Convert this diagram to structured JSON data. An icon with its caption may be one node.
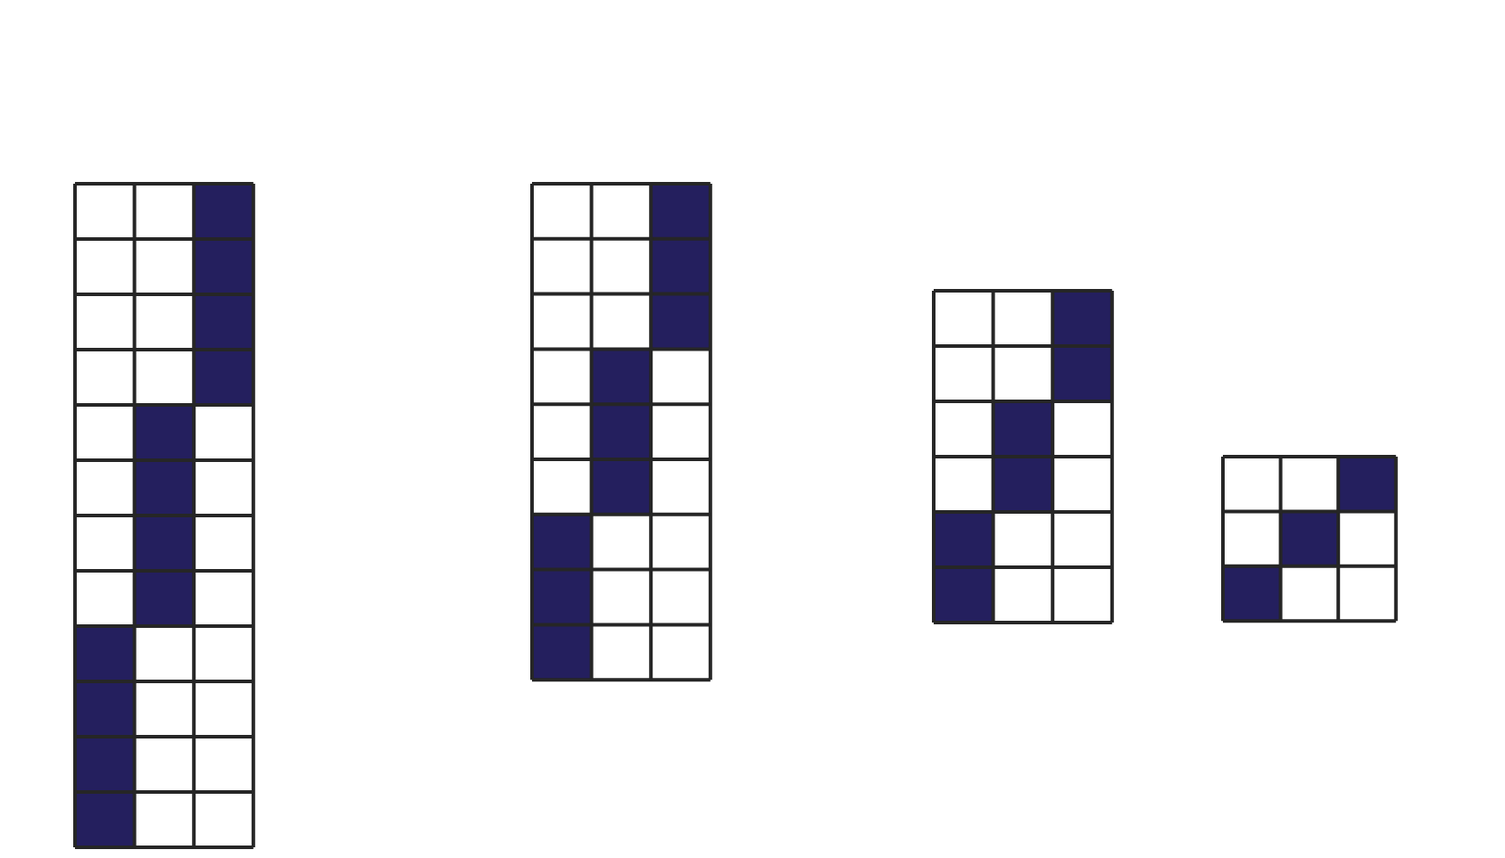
{
  "diagram": {
    "nodes": [
      {
        "text": [],
        "shape": "grid"
      },
      {
        "text": [],
        "shape": "grid"
      },
      {
        "text": [],
        "shape": "grid"
      },
      {
        "text": [],
        "shape": "grid"
      }
    ]
  }
}
